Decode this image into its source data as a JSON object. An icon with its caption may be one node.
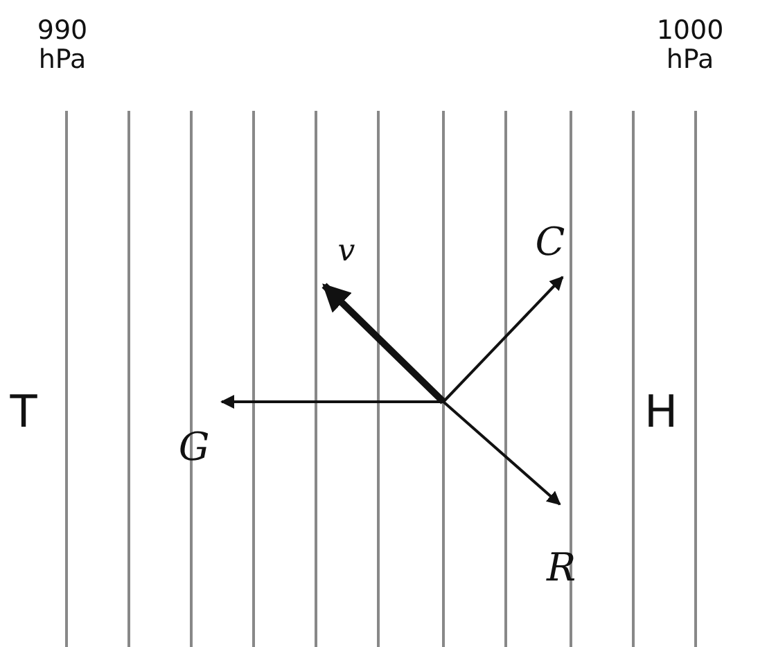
{
  "diagram": {
    "labels": [
      "990 hPa",
      "1000 hPa",
      "v",
      "C",
      "T",
      "G",
      "H",
      "R"
    ]
  }
}
